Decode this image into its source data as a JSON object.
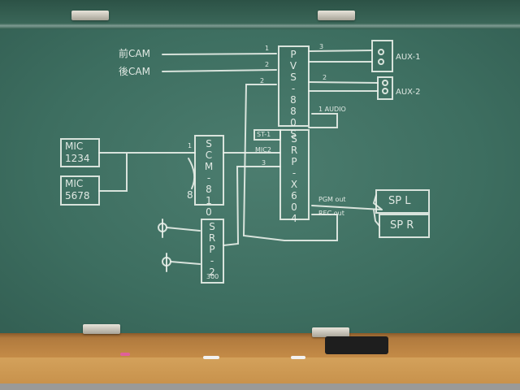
{
  "diagram": {
    "sources": {
      "front_cam": "前CAM",
      "rear_cam": "後CAM"
    },
    "pvs": {
      "name": "PVS-880S",
      "in_labels": [
        "1",
        "2",
        "2"
      ],
      "out_labels": [
        "3",
        "2"
      ],
      "audio_label": "1 AUDIO"
    },
    "aux": [
      "AUX-1",
      "AUX-2"
    ],
    "mics": [
      {
        "line1": "MIC",
        "line2": "1234"
      },
      {
        "line1": "MIC",
        "line2": "5678"
      }
    ],
    "scm": {
      "name": "SCM-810",
      "first": "1",
      "last": "8"
    },
    "srp_x": {
      "name": "SRP-X604",
      "st": "ST-1",
      "mic_label": "MIC2",
      "in3": "3",
      "pgm_out": "PGM out",
      "rec_out": "REC out"
    },
    "speakers": [
      "SP L",
      "SP R"
    ],
    "srp2": {
      "name": "SRP-2",
      "sub": "300"
    }
  }
}
